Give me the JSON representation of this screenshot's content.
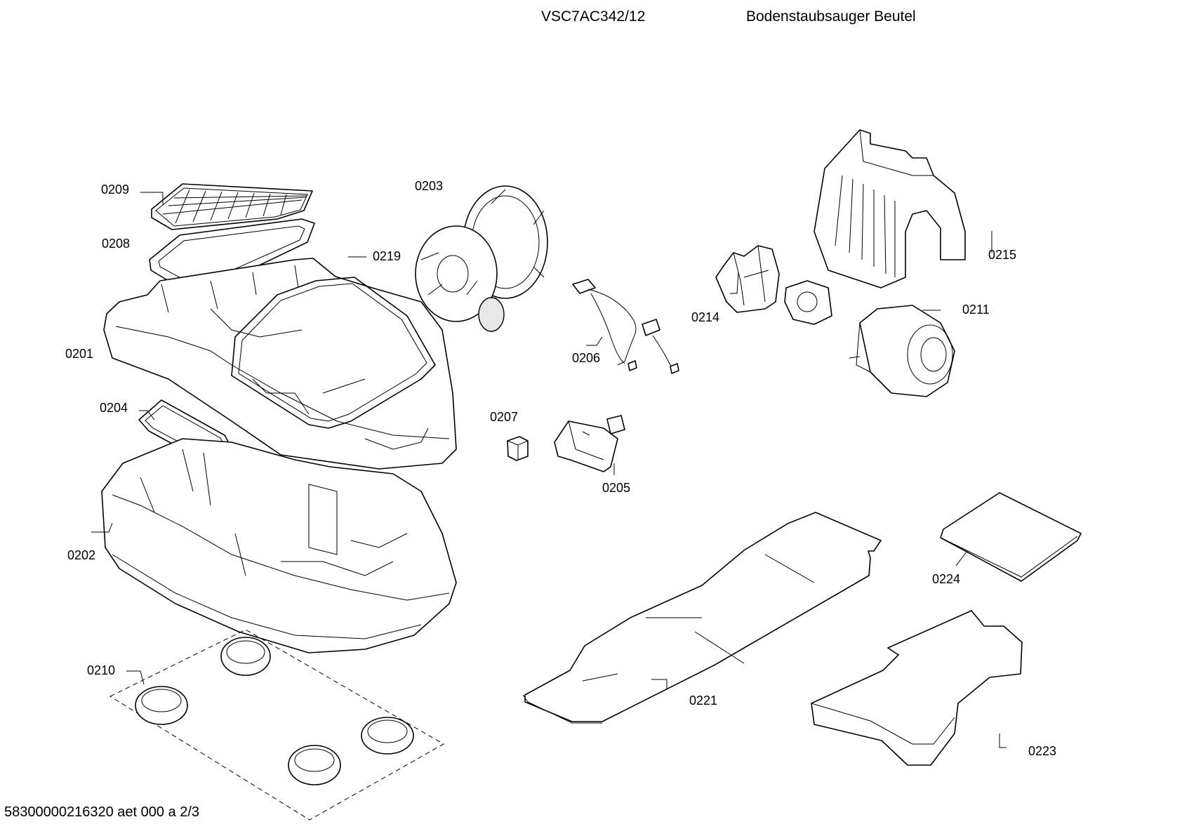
{
  "header": {
    "model": "VSC7AC342/12",
    "description": "Bodenstaubsauger Beutel"
  },
  "footer": {
    "document_code": "58300000216320 aet 000 a 2/3"
  },
  "callouts": {
    "p0201": "0201",
    "p0202": "0202",
    "p0203": "0203",
    "p0204": "0204",
    "p0205": "0205",
    "p0206": "0206",
    "p0207": "0207",
    "p0208": "0208",
    "p0209": "0209",
    "p0210": "0210",
    "p0211": "0211",
    "p0214": "0214",
    "p0215": "0215",
    "p0219": "0219",
    "p0221": "0221",
    "p0223": "0223",
    "p0224": "0224"
  }
}
